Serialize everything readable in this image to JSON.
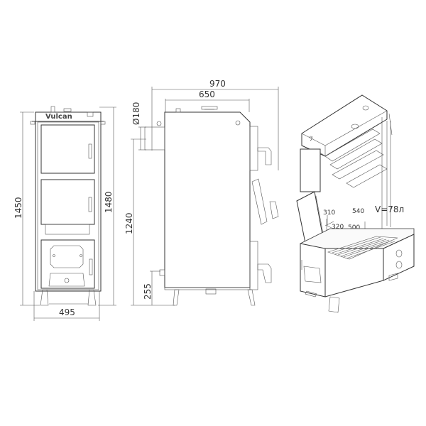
{
  "drawing": {
    "brand": "Vulcan",
    "front_view": {
      "height_total": "1450",
      "height_with_pipe": "1480",
      "width": "495"
    },
    "side_view": {
      "depth_total": "970",
      "depth_body": "650",
      "flue_diameter": "Ø180",
      "flue_height": "1240",
      "return_height": "255"
    },
    "isometric_view": {
      "volume": "V=78л",
      "chamber_upper_width": "310",
      "chamber_upper_depth": "320",
      "chamber_height": "540",
      "chamber_width": "500",
      "chamber_depth": "320"
    }
  }
}
